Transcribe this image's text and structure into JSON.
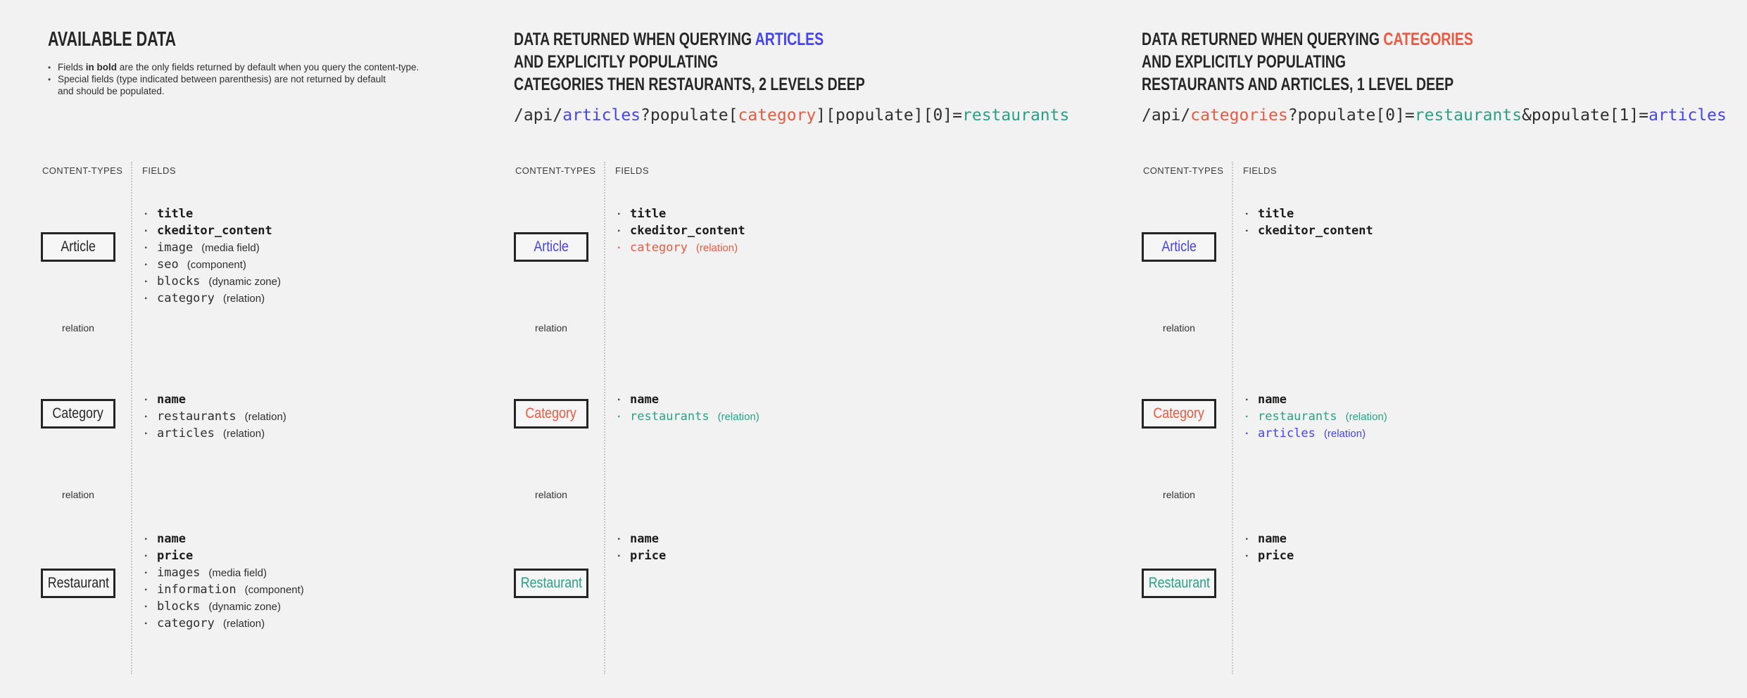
{
  "colors": {
    "page_bg": "#f2f2f2",
    "ink": "#262626",
    "code_ink": "#2f2f2f",
    "muted": "#3b3b3b",
    "divider": "#c6c6c6",
    "arrow": "#2a2a2a",
    "blue": "#4543f2",
    "red": "#ec5941",
    "teal": "#28a286"
  },
  "lane_labels": {
    "content_types": "CONTENT-TYPES",
    "fields": "FIELDS"
  },
  "relation_label": "relation",
  "panels": [
    {
      "name": "available-data",
      "heading": [
        [
          {
            "t": "AVAILABLE DATA"
          }
        ]
      ],
      "notes": [
        {
          "bullet": true,
          "parts": [
            {
              "t": "Fields "
            },
            {
              "t": "in bold",
              "bold": true
            },
            {
              "t": " are the only fields returned by default when you query the content-type."
            }
          ]
        },
        {
          "bullet": true,
          "parts": [
            {
              "t": "Special fields (type indicated between parenthesis) are not returned by default"
            }
          ]
        },
        {
          "bullet": false,
          "parts": [
            {
              "t": "and should be populated."
            }
          ]
        }
      ],
      "code": null,
      "nodes": [
        {
          "label": "Article",
          "color": null,
          "fields": [
            {
              "t": "title",
              "bold": true
            },
            {
              "t": "ckeditor_content",
              "bold": true
            },
            {
              "t": "image",
              "annot": "(media field)"
            },
            {
              "t": "seo",
              "annot": "(component)"
            },
            {
              "t": "blocks",
              "annot": "(dynamic zone)"
            },
            {
              "t": "category",
              "annot": "(relation)"
            }
          ]
        },
        {
          "label": "Category",
          "color": null,
          "fields": [
            {
              "t": "name",
              "bold": true
            },
            {
              "t": "restaurants",
              "annot": "(relation)"
            },
            {
              "t": "articles",
              "annot": "(relation)"
            }
          ]
        },
        {
          "label": "Restaurant",
          "color": null,
          "fields": [
            {
              "t": "name",
              "bold": true
            },
            {
              "t": "price",
              "bold": true
            },
            {
              "t": "images",
              "annot": "(media field)"
            },
            {
              "t": "information",
              "annot": "(component)"
            },
            {
              "t": "blocks",
              "annot": "(dynamic zone)"
            },
            {
              "t": "category",
              "annot": "(relation)"
            }
          ]
        }
      ]
    },
    {
      "name": "query-articles",
      "heading": [
        [
          {
            "t": "DATA RETURNED WHEN QUERYING "
          },
          {
            "t": "ARTICLES",
            "color": "blue"
          }
        ],
        [
          {
            "t": "AND EXPLICITLY POPULATING"
          }
        ],
        [
          {
            "t": "CATEGORIES THEN RESTAURANTS, 2 LEVELS DEEP"
          }
        ]
      ],
      "notes": [],
      "code": [
        {
          "t": "/api/"
        },
        {
          "t": "articles",
          "color": "blue"
        },
        {
          "t": "?populate["
        },
        {
          "t": "category",
          "color": "red"
        },
        {
          "t": "][populate][0]="
        },
        {
          "t": "restaurants",
          "color": "teal"
        }
      ],
      "nodes": [
        {
          "label": "Article",
          "color": "blue",
          "fields": [
            {
              "t": "title",
              "bold": true
            },
            {
              "t": "ckeditor_content",
              "bold": true
            },
            {
              "t": "category",
              "annot": "(relation)",
              "color": "red"
            }
          ]
        },
        {
          "label": "Category",
          "color": "red",
          "fields": [
            {
              "t": "name",
              "bold": true
            },
            {
              "t": "restaurants",
              "annot": "(relation)",
              "color": "teal"
            }
          ]
        },
        {
          "label": "Restaurant",
          "color": "teal",
          "fields": [
            {
              "t": "name",
              "bold": true
            },
            {
              "t": "price",
              "bold": true
            }
          ]
        }
      ]
    },
    {
      "name": "query-categories",
      "heading": [
        [
          {
            "t": "DATA RETURNED WHEN QUERYING "
          },
          {
            "t": "CATEGORIES",
            "color": "red"
          }
        ],
        [
          {
            "t": "AND EXPLICITLY POPULATING"
          }
        ],
        [
          {
            "t": "RESTAURANTS AND ARTICLES, 1 LEVEL DEEP"
          }
        ]
      ],
      "notes": [],
      "code": [
        {
          "t": "/api/"
        },
        {
          "t": "categories",
          "color": "red"
        },
        {
          "t": "?populate[0]="
        },
        {
          "t": "restaurants",
          "color": "teal"
        },
        {
          "t": "&populate[1]="
        },
        {
          "t": "articles",
          "color": "blue"
        }
      ],
      "nodes": [
        {
          "label": "Article",
          "color": "blue",
          "fields": [
            {
              "t": "title",
              "bold": true
            },
            {
              "t": "ckeditor_content",
              "bold": true
            }
          ]
        },
        {
          "label": "Category",
          "color": "red",
          "fields": [
            {
              "t": "name",
              "bold": true
            },
            {
              "t": "restaurants",
              "annot": "(relation)",
              "color": "teal"
            },
            {
              "t": "articles",
              "annot": "(relation)",
              "color": "blue"
            }
          ]
        },
        {
          "label": "Restaurant",
          "color": "teal",
          "fields": [
            {
              "t": "name",
              "bold": true
            },
            {
              "t": "price",
              "bold": true
            }
          ]
        }
      ]
    }
  ]
}
